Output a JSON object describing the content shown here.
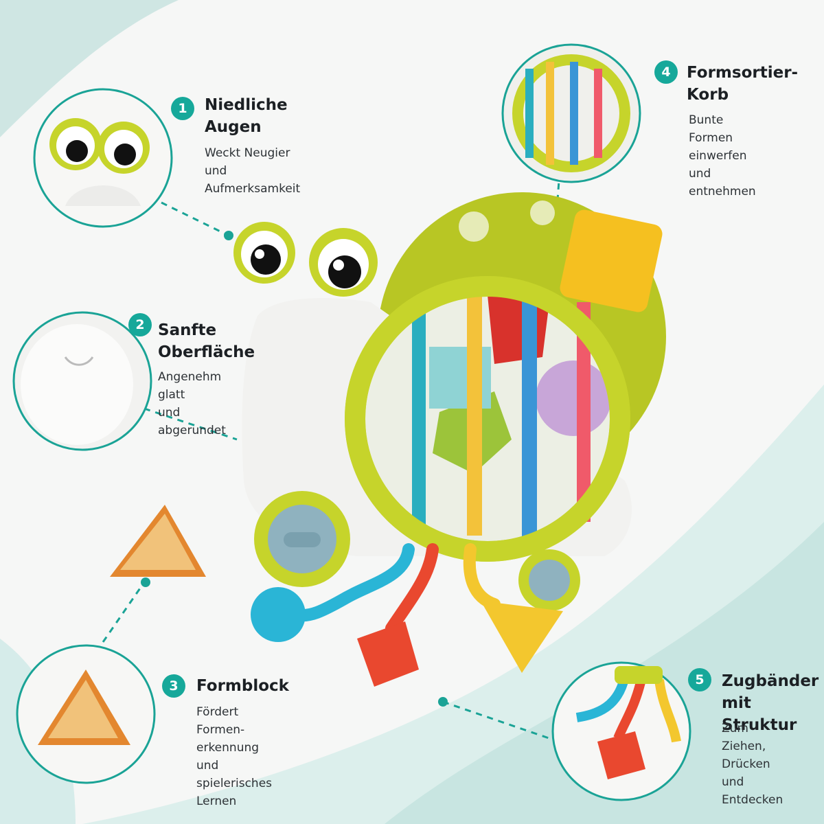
{
  "colors": {
    "accent": "#16a89a",
    "lime": "#c6d42b",
    "lime_dark": "#9fae1a",
    "teal_wave": "#cfe6e3",
    "shell_white": "#f2f2f0"
  },
  "features": [
    {
      "number": "1",
      "title": "Niedliche\nAugen",
      "description": "Weckt Neugier\nund Aufmerksamkeit"
    },
    {
      "number": "2",
      "title": "Sanfte\nOberfläche",
      "description": "Angenehm glatt\nund abgerundet"
    },
    {
      "number": "3",
      "title": "Formblock",
      "description": "Fördert Formen-\nerkennung und\nspielerisches\nLernen"
    },
    {
      "number": "4",
      "title": "Formsortier-\nKorb",
      "description": "Bunte Formen\neinwerfen und\nentnehmen"
    },
    {
      "number": "5",
      "title": "Zugbänder\nmit Struktur",
      "description": "Zum Ziehen,\nDrücken und\nEntdecken"
    }
  ]
}
